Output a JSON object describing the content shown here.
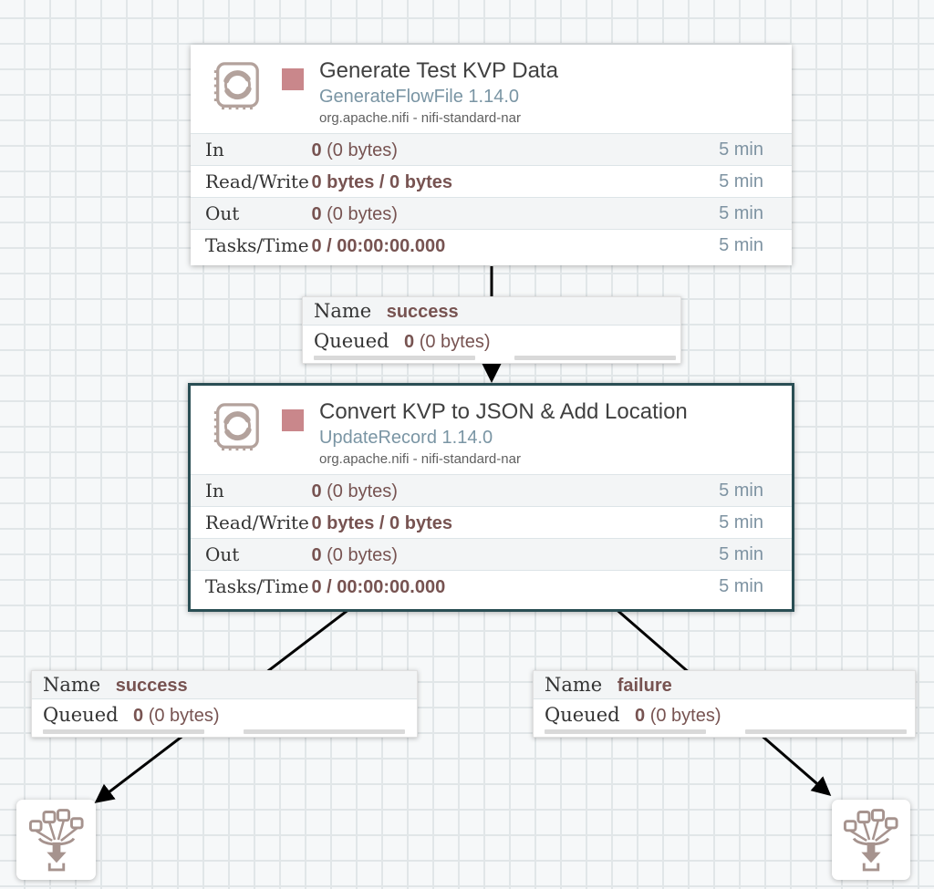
{
  "processors": [
    {
      "name": "Generate Test KVP Data",
      "type": "GenerateFlowFile 1.14.0",
      "bundle": "org.apache.nifi - nifi-standard-nar",
      "stats": [
        {
          "label": "In",
          "value_bold": "0",
          "value_rest": " (0 bytes)",
          "period": "5 min"
        },
        {
          "label": "Read/Write",
          "value_bold": "0 bytes / 0 bytes",
          "value_rest": "",
          "period": "5 min"
        },
        {
          "label": "Out",
          "value_bold": "0",
          "value_rest": " (0 bytes)",
          "period": "5 min"
        },
        {
          "label": "Tasks/Time",
          "value_bold": "0 / 00:00:00.000",
          "value_rest": "",
          "period": "5 min"
        }
      ]
    },
    {
      "name": "Convert KVP to JSON & Add Location",
      "type": "UpdateRecord 1.14.0",
      "bundle": "org.apache.nifi - nifi-standard-nar",
      "selected": true,
      "stats": [
        {
          "label": "In",
          "value_bold": "0",
          "value_rest": " (0 bytes)",
          "period": "5 min"
        },
        {
          "label": "Read/Write",
          "value_bold": "0 bytes / 0 bytes",
          "value_rest": "",
          "period": "5 min"
        },
        {
          "label": "Out",
          "value_bold": "0",
          "value_rest": " (0 bytes)",
          "period": "5 min"
        },
        {
          "label": "Tasks/Time",
          "value_bold": "0 / 00:00:00.000",
          "value_rest": "",
          "period": "5 min"
        }
      ]
    }
  ],
  "connections": [
    {
      "name_label": "Name",
      "name": "success",
      "queued_label": "Queued",
      "queued_bold": "0",
      "queued_rest": " (0 bytes)"
    },
    {
      "name_label": "Name",
      "name": "success",
      "queued_label": "Queued",
      "queued_bold": "0",
      "queued_rest": " (0 bytes)"
    },
    {
      "name_label": "Name",
      "name": "failure",
      "queued_label": "Queued",
      "queued_bold": "0",
      "queued_rest": " (0 bytes)"
    }
  ],
  "icons": {
    "processor_icon": "circular-arrows-stamp",
    "status_stopped_icon": "red-square",
    "funnel_icon": "funnel-merge"
  },
  "colors": {
    "selected_border": "#2a4e54",
    "status_stopped": "#c9878b",
    "stat_value": "#775351",
    "period_text": "#7e93a2",
    "type_text": "#7a95a4",
    "icon_tint": "#ab9790",
    "arrow": "#000000",
    "grid_line": "#e1e6e8",
    "canvas_bg": "#f6f8f9"
  }
}
